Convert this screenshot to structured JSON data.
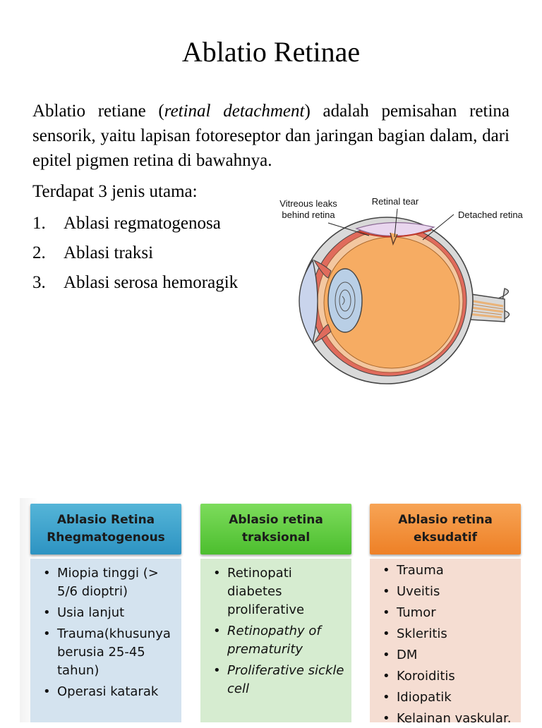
{
  "title": "Ablatio Retinae",
  "intro": {
    "part1": "Ablatio retiane (",
    "italic": "retinal detachment",
    "part2": ") adalah pemisahan retina sensorik, yaitu lapisan fotoreseptor dan jaringan bagian dalam, dari epitel pigmen retina di bawahnya."
  },
  "types": {
    "heading": "Terdapat 3 jenis utama:",
    "items": [
      {
        "num": "1.",
        "label": "Ablasi regmatogenosa"
      },
      {
        "num": "2.",
        "label": "Ablasi traksi"
      },
      {
        "num": "3.",
        "label": "Ablasi serosa hemoragik"
      }
    ]
  },
  "diagram": {
    "labels": {
      "vitreous_line1": "Vitreous leaks",
      "vitreous_line2": "behind retina",
      "tear": "Retinal tear",
      "detached": "Detached retina"
    },
    "colors": {
      "sclera": "#d9d9d9",
      "choroid": "#e06b5c",
      "vitreous": "#f6ac63",
      "lens": "#b9cfe6",
      "cornea": "#c9d4ec"
    }
  },
  "columns": [
    {
      "header_line1": "Ablasio Retina",
      "header_line2": "Rhegmatogenous",
      "items": [
        {
          "text": "Miopia tinggi (> 5/6 dioptri)",
          "italic": false
        },
        {
          "text": "Usia lanjut",
          "italic": false
        },
        {
          "text": "Trauma(khusunya berusia 25-45 tahun)",
          "italic": false
        },
        {
          "text": "Operasi katarak",
          "italic": false
        }
      ]
    },
    {
      "header_line1": "Ablasio retina",
      "header_line2": "traksional",
      "items": [
        {
          "text": "Retinopati diabetes proliferative",
          "italic": false
        },
        {
          "text": "Retinopathy of prematurity",
          "italic": true
        },
        {
          "text": "Proliferative sickle cell",
          "italic": true
        }
      ]
    },
    {
      "header_line1": "Ablasio retina",
      "header_line2": "eksudatif",
      "items": [
        {
          "text": "Trauma",
          "italic": false
        },
        {
          "text": "Uveitis",
          "italic": false
        },
        {
          "text": "Tumor",
          "italic": false
        },
        {
          "text": "Skleritis",
          "italic": false
        },
        {
          "text": "DM",
          "italic": false
        },
        {
          "text": "Koroiditis",
          "italic": false
        },
        {
          "text": "Idiopatik",
          "italic": false
        },
        {
          "text": "Kelainan vaskular.",
          "italic": false
        }
      ]
    }
  ]
}
